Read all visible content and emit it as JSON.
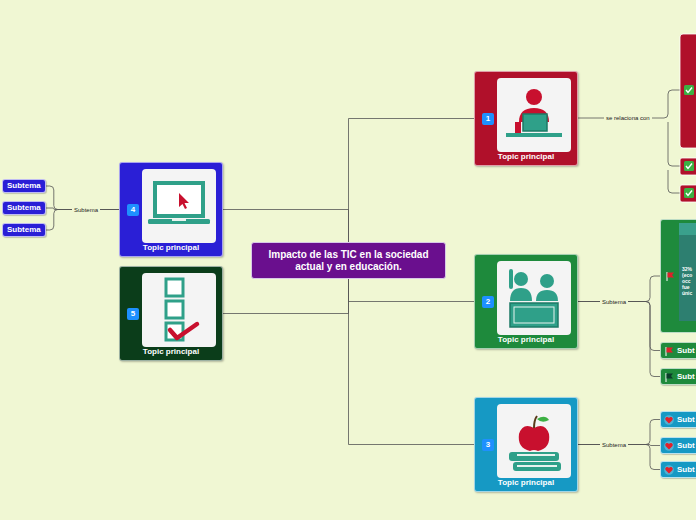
{
  "diagram": {
    "nodes": [
      {
        "text": [
          "Impacto de las TIC en la sociedad actual y en educación."
        ]
      },
      {
        "text": [
          "1",
          "Topic principal"
        ]
      },
      {
        "text": [
          "2",
          "Topic principal"
        ]
      },
      {
        "text": [
          "32% (eco occ fue únic"
        ]
      },
      {
        "text": [
          "Subt"
        ]
      },
      {
        "text": [
          "Subt"
        ]
      },
      {
        "text": [
          "3",
          "Topic principal"
        ]
      },
      {
        "text": [
          "Subt"
        ]
      },
      {
        "text": [
          "Subt"
        ]
      },
      {
        "text": [
          "Subt"
        ]
      },
      {
        "text": [
          "4",
          "Topic principal"
        ]
      },
      {
        "text": [
          "Subtema"
        ]
      },
      {
        "text": [
          "Subtema"
        ]
      },
      {
        "text": [
          "Subtema"
        ]
      },
      {
        "text": [
          "5",
          "Topic principal"
        ]
      }
    ],
    "edges": [
      {
        "from": 0,
        "to": 1,
        "arrow": "none"
      },
      {
        "from": 0,
        "to": 2,
        "arrow": "none"
      },
      {
        "from": 0,
        "to": 6,
        "arrow": "none"
      },
      {
        "from": 0,
        "to": 10,
        "arrow": "none"
      },
      {
        "from": 0,
        "to": 14,
        "arrow": "none"
      },
      {
        "from": 2,
        "to": 3,
        "label": "Subtema",
        "arrow": "none"
      },
      {
        "from": 2,
        "to": 4,
        "arrow": "none"
      },
      {
        "from": 2,
        "to": 5,
        "arrow": "none"
      },
      {
        "from": 6,
        "to": 7,
        "label": "Subtema",
        "arrow": "none"
      },
      {
        "from": 6,
        "to": 8,
        "arrow": "none"
      },
      {
        "from": 6,
        "to": 9,
        "arrow": "none"
      },
      {
        "from": 10,
        "to": 11,
        "label": "Subtema",
        "arrow": "none"
      },
      {
        "from": 10,
        "to": 12,
        "arrow": "none"
      },
      {
        "from": 10,
        "to": 13,
        "arrow": "none"
      }
    ],
    "labels": [
      "se relaciona con"
    ]
  }
}
